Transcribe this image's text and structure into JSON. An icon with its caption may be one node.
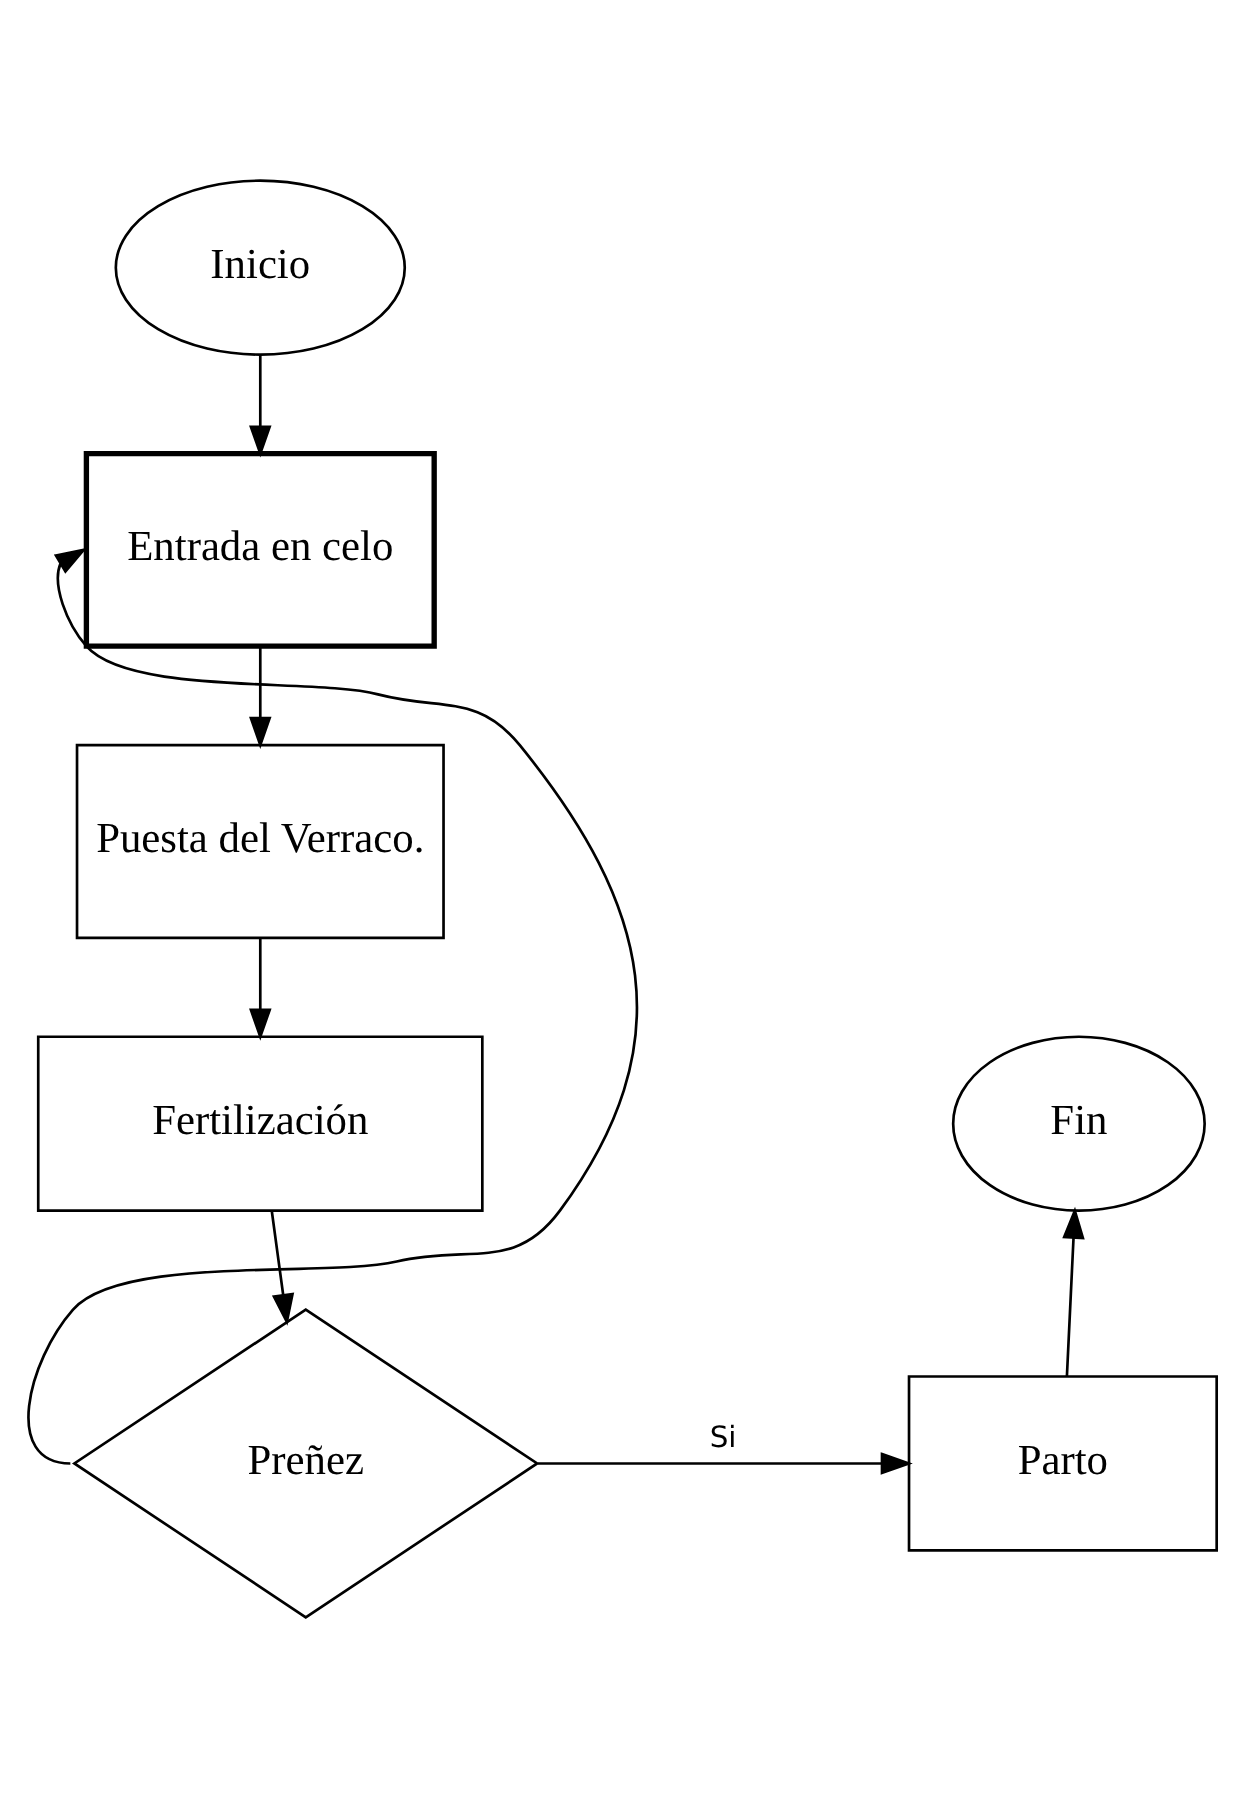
{
  "diagram": {
    "nodes": [
      {
        "text": [
          "Inicio"
        ]
      },
      {
        "text": [
          "Entrada en celo"
        ]
      },
      {
        "text": [
          "Puesta del Verraco."
        ]
      },
      {
        "text": [
          "Fertilización"
        ]
      },
      {
        "text": [
          "Preñez"
        ]
      },
      {
        "text": [
          "Parto"
        ]
      },
      {
        "text": [
          "Fin"
        ]
      }
    ],
    "edges": [
      {
        "from": 0,
        "to": 1,
        "arrow": "to"
      },
      {
        "from": 1,
        "to": 2,
        "arrow": "to"
      },
      {
        "from": 2,
        "to": 3,
        "arrow": "to"
      },
      {
        "from": 3,
        "to": 4,
        "arrow": "to"
      },
      {
        "from": 4,
        "to": 1,
        "arrow": "to"
      },
      {
        "from": 4,
        "to": 5,
        "arrow": "to",
        "label": "Si"
      },
      {
        "from": 5,
        "to": 6,
        "arrow": "to"
      }
    ]
  }
}
